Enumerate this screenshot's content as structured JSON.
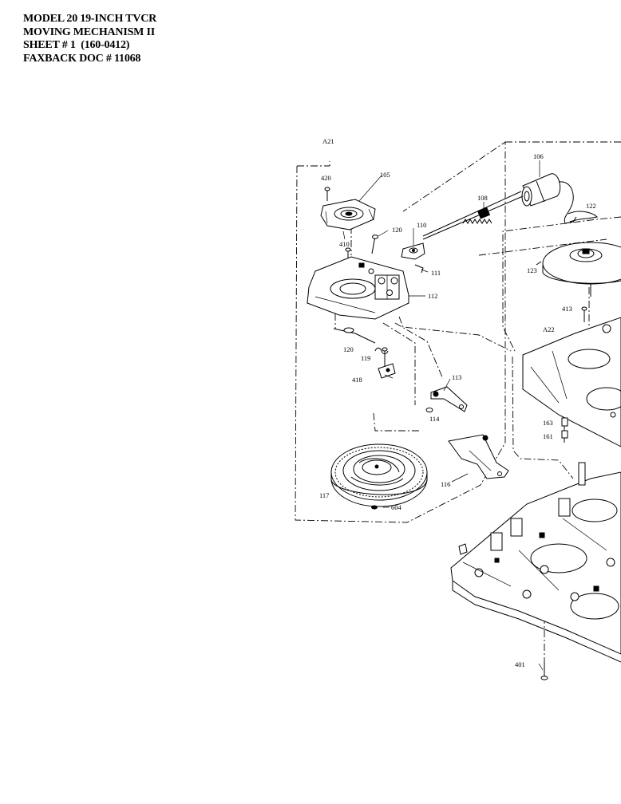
{
  "header": {
    "line1": "MODEL 20 19-INCH TVCR",
    "line2": "MOVING MECHANISM II",
    "line3": "SHEET # 1  (160-0412)",
    "line4": "FAXBACK DOC # 11068"
  },
  "callouts": {
    "c_a21": "A21",
    "c_420": "420",
    "c_105": "105",
    "c_106": "106",
    "c_108": "108",
    "c_122": "122",
    "c_120a": "120",
    "c_110": "110",
    "c_410": "410",
    "c_111": "111",
    "c_112": "112",
    "c_123": "123",
    "c_413": "413",
    "c_a22": "A22",
    "c_120b": "120",
    "c_119": "119",
    "c_418": "418",
    "c_113": "113",
    "c_114": "114",
    "c_163": "163",
    "c_161": "161",
    "c_117": "117",
    "c_604": "604",
    "c_116": "116",
    "c_401": "401"
  }
}
